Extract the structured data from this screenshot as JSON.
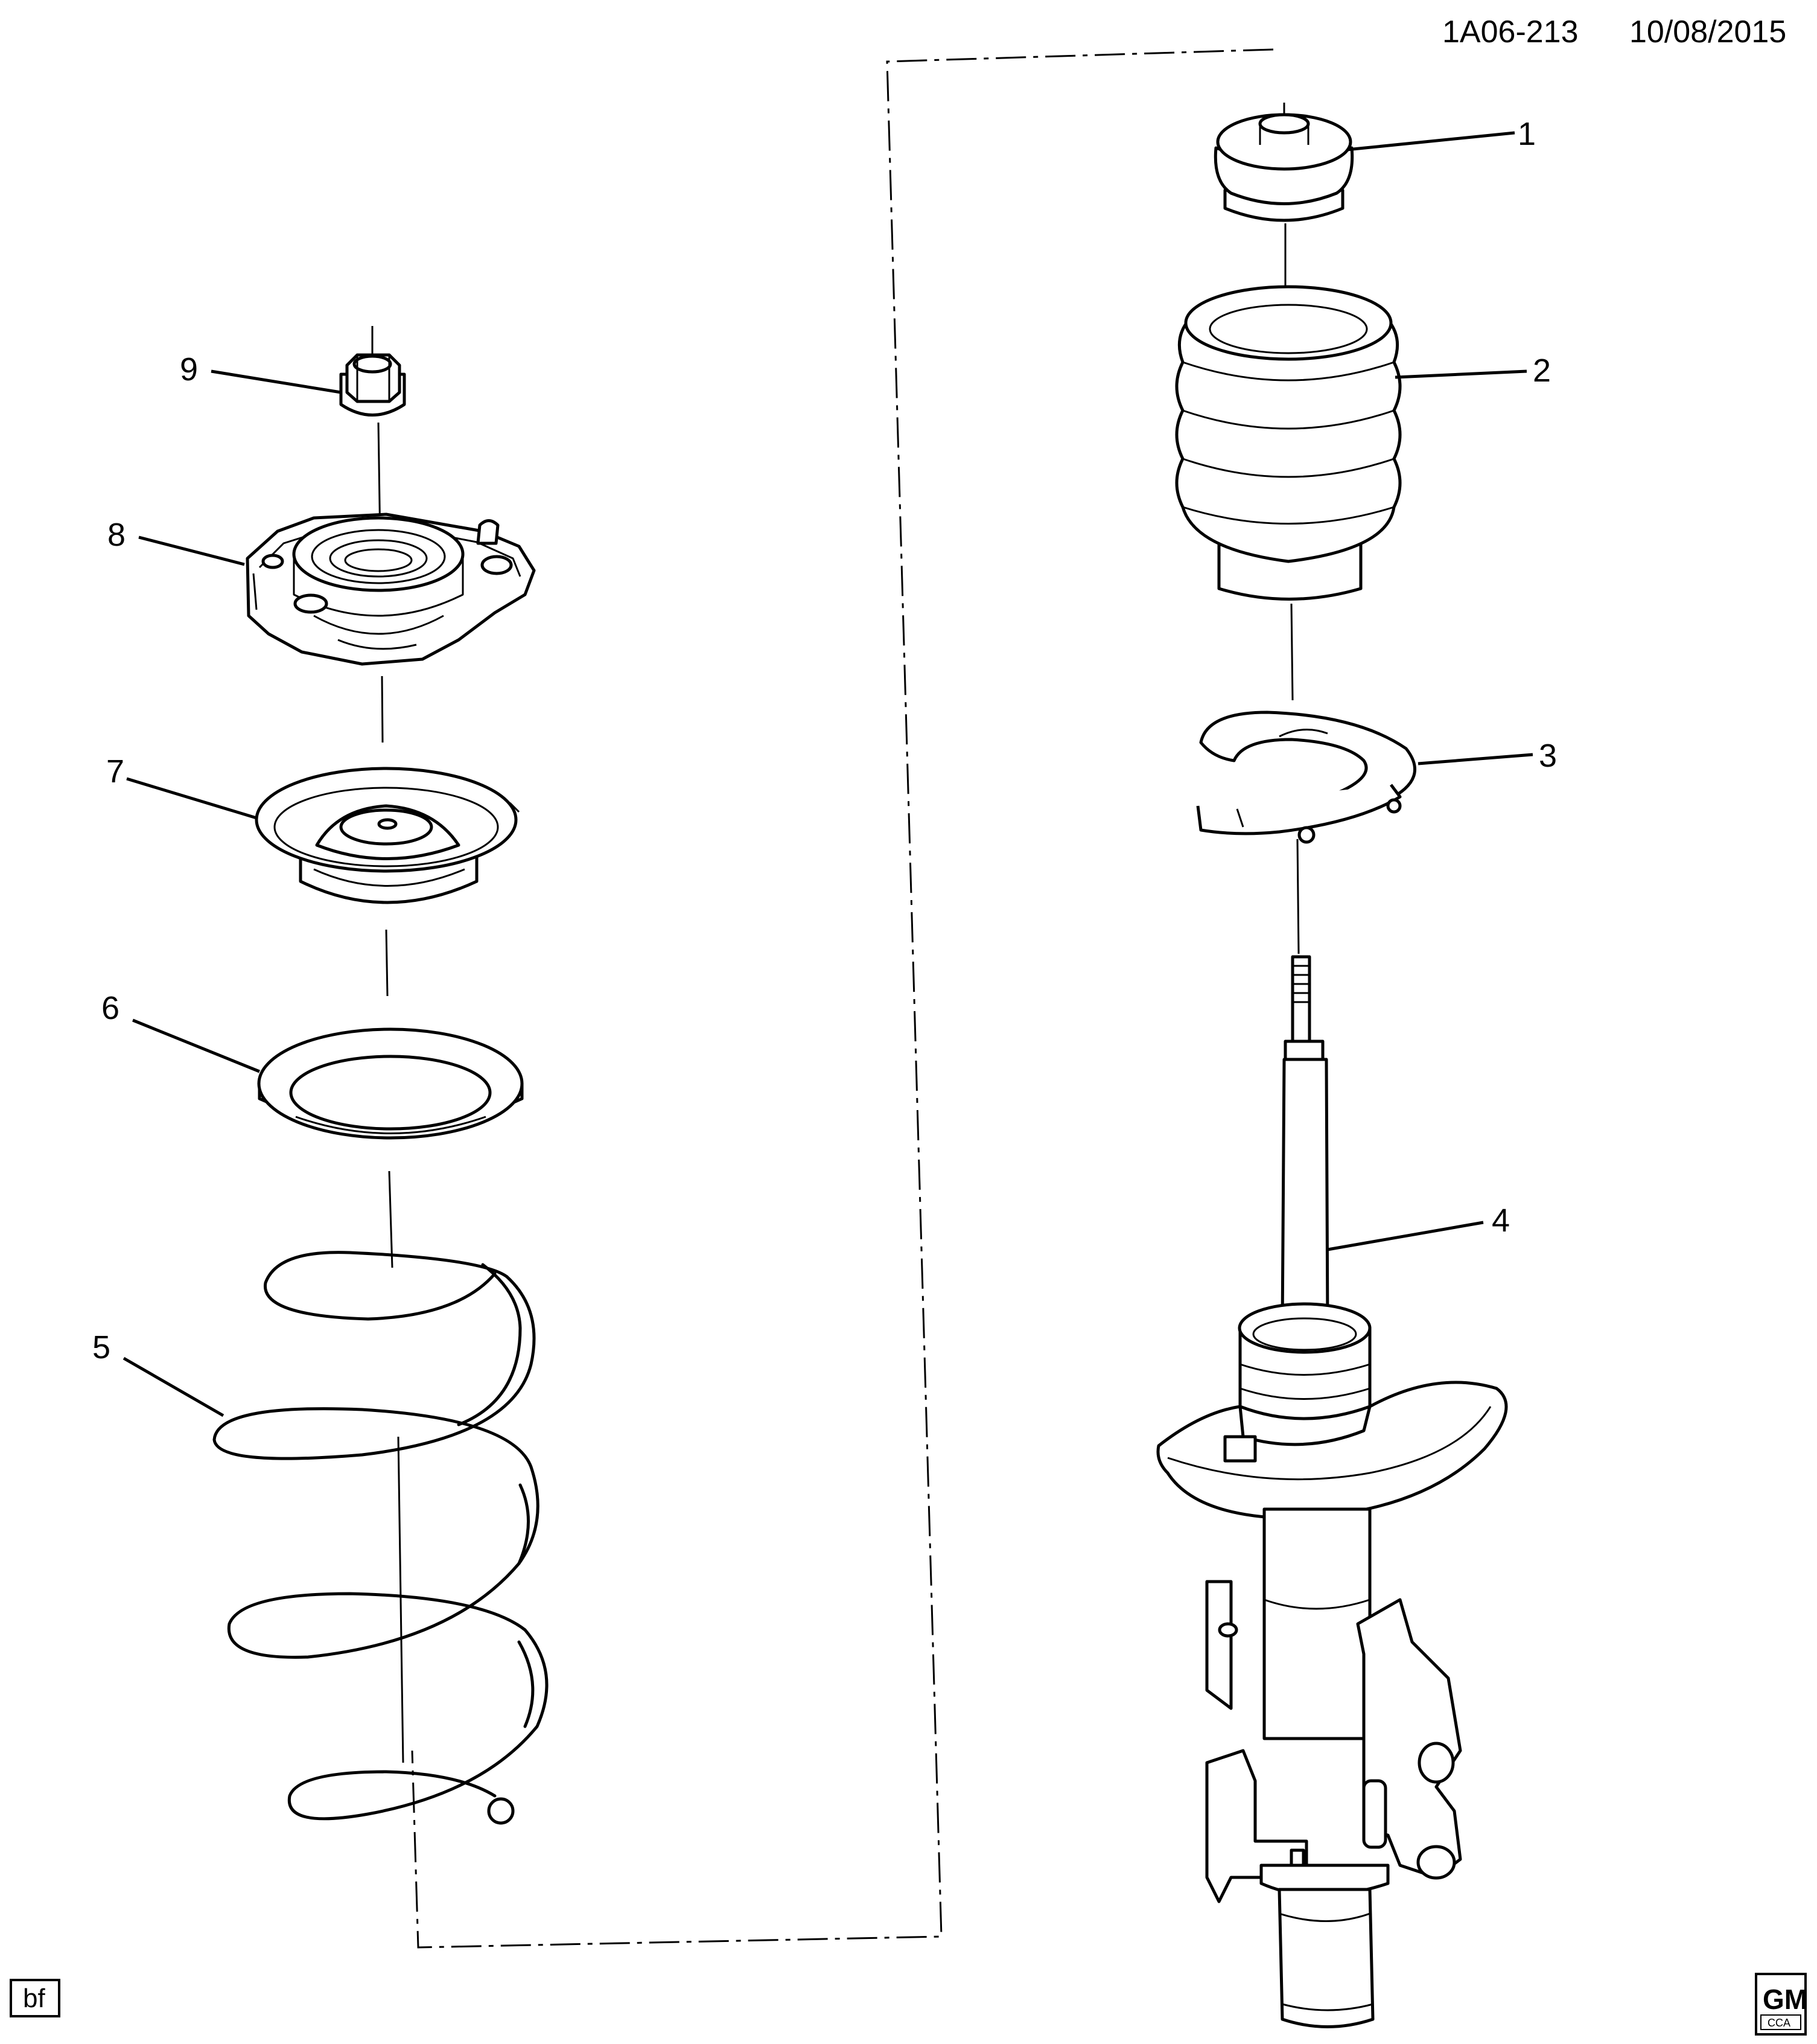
{
  "header": {
    "drawing_id": "1A06-213",
    "date": "10/08/2015"
  },
  "callouts": [
    "1",
    "2",
    "3",
    "4",
    "5",
    "6",
    "7",
    "8",
    "9"
  ],
  "footer": {
    "initials": "bf",
    "logo_text": "GM",
    "logo_subtext": "CCA"
  }
}
